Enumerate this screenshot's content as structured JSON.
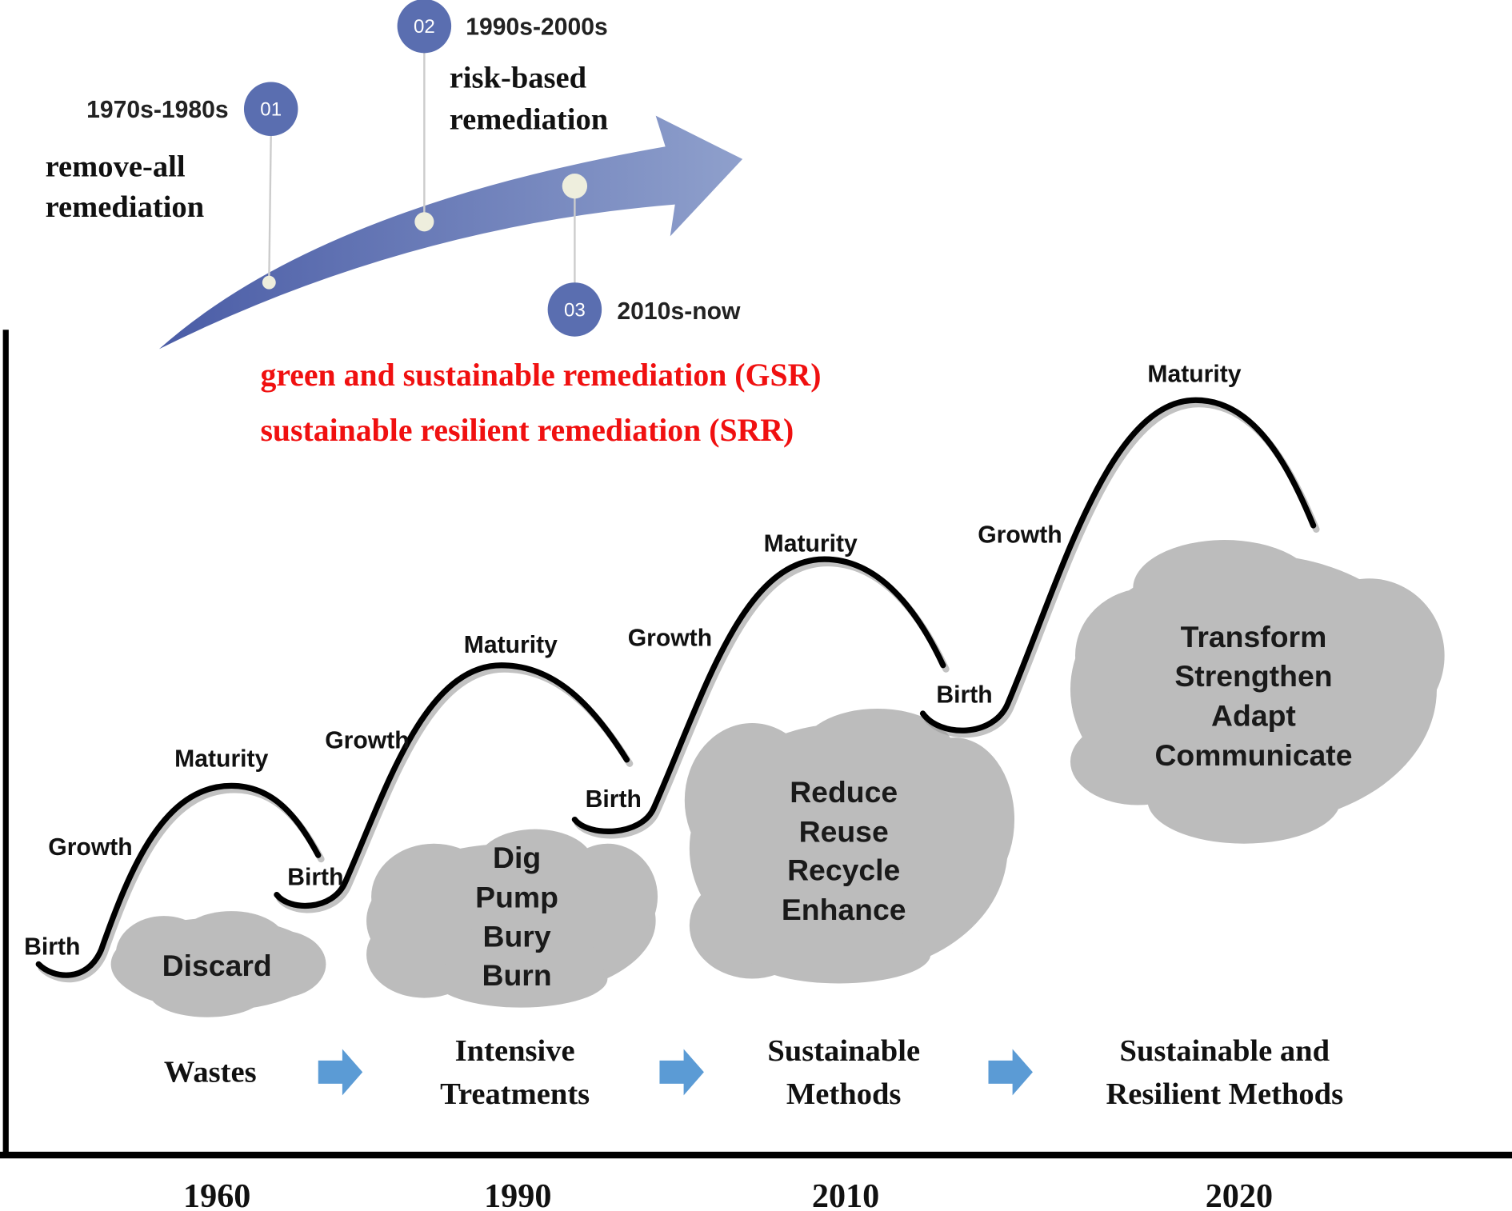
{
  "timeline": {
    "eras": [
      {
        "num": "01",
        "period": "1970s-1980s",
        "phase_lines": [
          "remove-all",
          "remediation"
        ]
      },
      {
        "num": "02",
        "period": "1990s-2000s",
        "phase_lines": [
          "risk-based",
          "remediation"
        ]
      },
      {
        "num": "03",
        "period": "2010s-now"
      }
    ],
    "highlights": [
      "green and sustainable remediation (GSR)",
      "sustainable resilient remediation (SRR)"
    ],
    "colors": {
      "arrow_dark": "#4a5ca6",
      "arrow_light": "#8fa0cc",
      "badge": "#5a6eb0",
      "highlight": "#f01010"
    }
  },
  "lifecycle": {
    "labels": {
      "birth": "Birth",
      "growth": "Growth",
      "maturity": "Maturity"
    }
  },
  "clouds": [
    {
      "items": [
        "Discard"
      ]
    },
    {
      "items": [
        "Dig",
        "Pump",
        "Bury",
        "Burn"
      ]
    },
    {
      "items": [
        "Reduce",
        "Reuse",
        "Recycle",
        "Enhance"
      ]
    },
    {
      "items": [
        "Transform",
        "Strengthen",
        "Adapt",
        "Communicate"
      ]
    }
  ],
  "stages": [
    {
      "lines": [
        "Wastes"
      ]
    },
    {
      "lines": [
        "Intensive",
        "Treatments"
      ]
    },
    {
      "lines": [
        "Sustainable",
        "Methods"
      ]
    },
    {
      "lines": [
        "Sustainable and",
        "Resilient Methods"
      ]
    }
  ],
  "years": [
    "1960",
    "1990",
    "2010",
    "2020"
  ],
  "colors": {
    "cloud": "#bcbcbc",
    "step_arrow": "#5b9bd5"
  }
}
